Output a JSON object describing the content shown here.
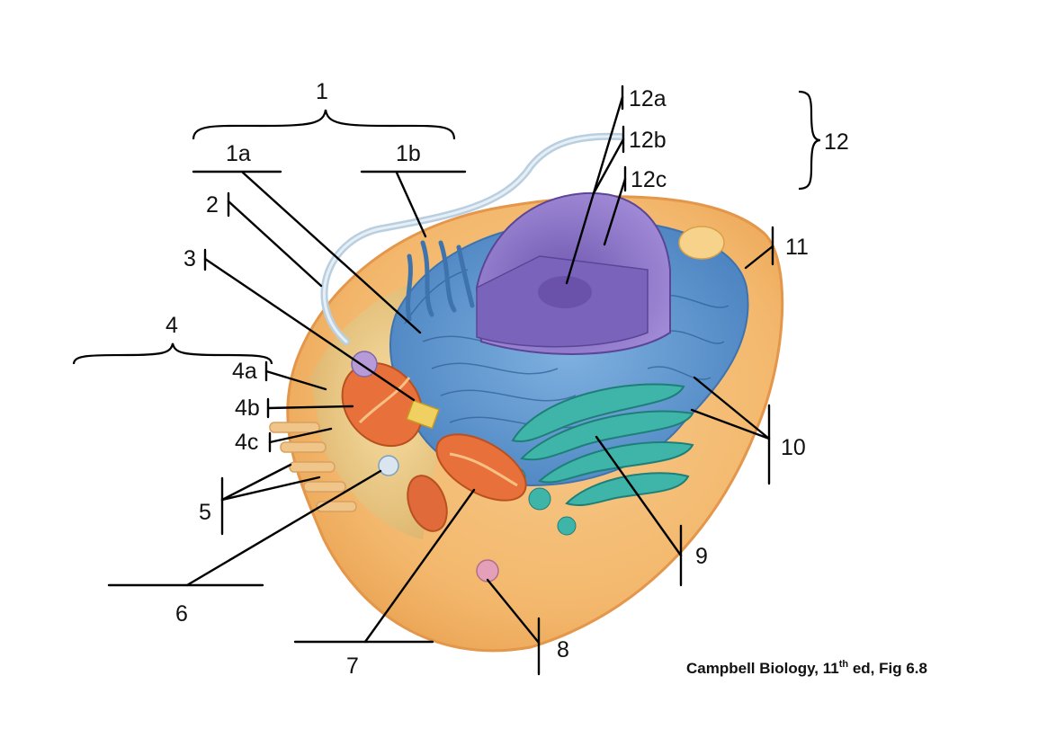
{
  "labels": {
    "l1": "1",
    "l1a": "1a",
    "l1b": "1b",
    "l2": "2",
    "l3": "3",
    "l4": "4",
    "l4a": "4a",
    "l4b": "4b",
    "l4c": "4c",
    "l5": "5",
    "l6": "6",
    "l7": "7",
    "l8": "8",
    "l9": "9",
    "l10": "10",
    "l11": "11",
    "l12": "12",
    "l12a": "12a",
    "l12b": "12b",
    "l12c": "12c"
  },
  "credit": {
    "pre": "Campbell Biology, 11",
    "sup": "th",
    "post": " ed, Fig 6.8"
  },
  "colors": {
    "cytoplasm": "#f3b86d",
    "membrane": "#e9a04f",
    "er": "#5c95cf",
    "nucleus": "#8a73c2",
    "golgi": "#2fa79e",
    "mitochondria": "#e8703a"
  }
}
